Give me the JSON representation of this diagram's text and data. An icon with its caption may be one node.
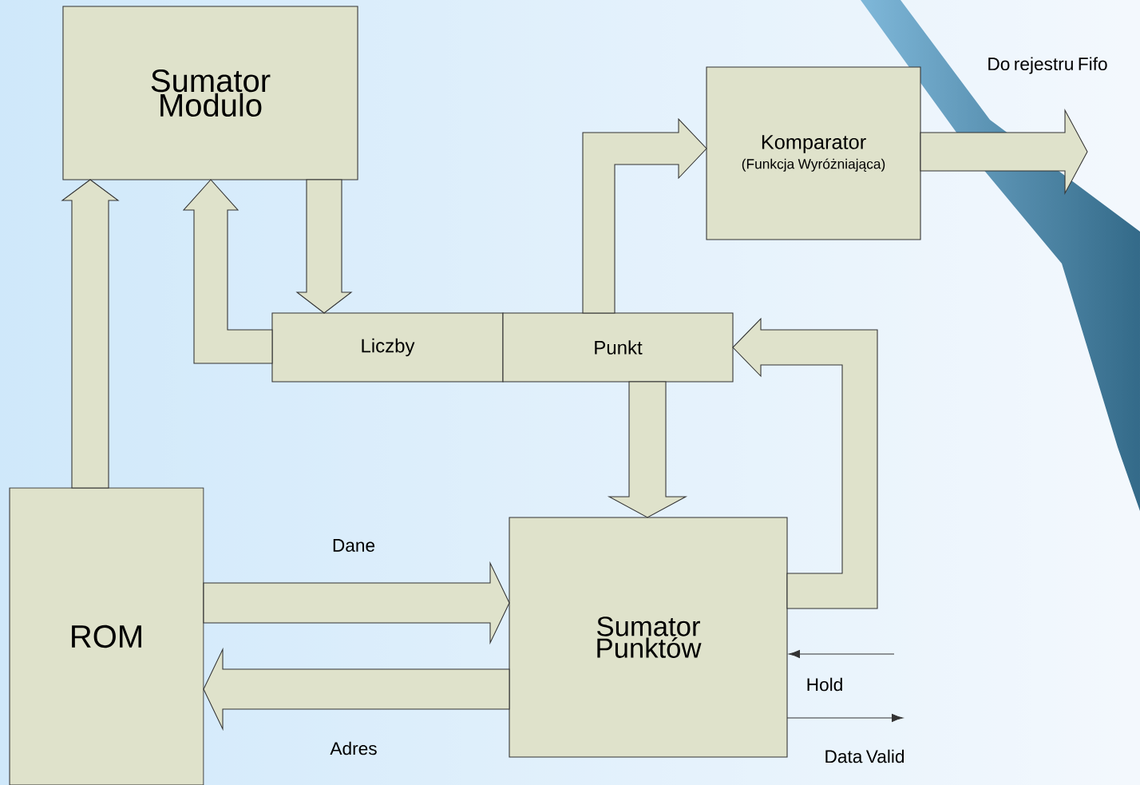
{
  "diagram": {
    "nodes": [
      {
        "text": [
          "Sumator Modulo"
        ]
      },
      {
        "text": [
          "Komparator",
          "(Funkcja Wyróżniająca)"
        ]
      },
      {
        "text": [
          "Liczby"
        ]
      },
      {
        "text": [
          "Punkt"
        ]
      },
      {
        "text": [
          "ROM"
        ]
      },
      {
        "text": [
          "Sumator Punktów"
        ]
      }
    ],
    "edges": [
      {
        "from": 4,
        "to": 0,
        "arrow": "to",
        "style": "thick"
      },
      {
        "from": 2,
        "to": 0,
        "arrow": "to",
        "style": "thick"
      },
      {
        "from": 0,
        "to": 2,
        "arrow": "to",
        "style": "thick"
      },
      {
        "from": 3,
        "to": 1,
        "arrow": "to",
        "style": "thick"
      },
      {
        "from": 3,
        "to": 5,
        "arrow": "to",
        "style": "thick"
      },
      {
        "from": 5,
        "to": 3,
        "arrow": "to",
        "style": "thick"
      },
      {
        "from": 4,
        "to": 5,
        "arrow": "to",
        "style": "thick",
        "label": "Dane"
      },
      {
        "from": 5,
        "to": 4,
        "arrow": "to",
        "style": "thick",
        "label": "Adres"
      },
      {
        "from": 1,
        "to": null,
        "arrow": "to",
        "style": "thick",
        "label": "Do rejestru Fifo"
      },
      {
        "from": null,
        "to": 5,
        "arrow": "to",
        "label": "Hold"
      },
      {
        "from": 5,
        "to": null,
        "arrow": "to",
        "label": "Data Valid"
      }
    ]
  }
}
